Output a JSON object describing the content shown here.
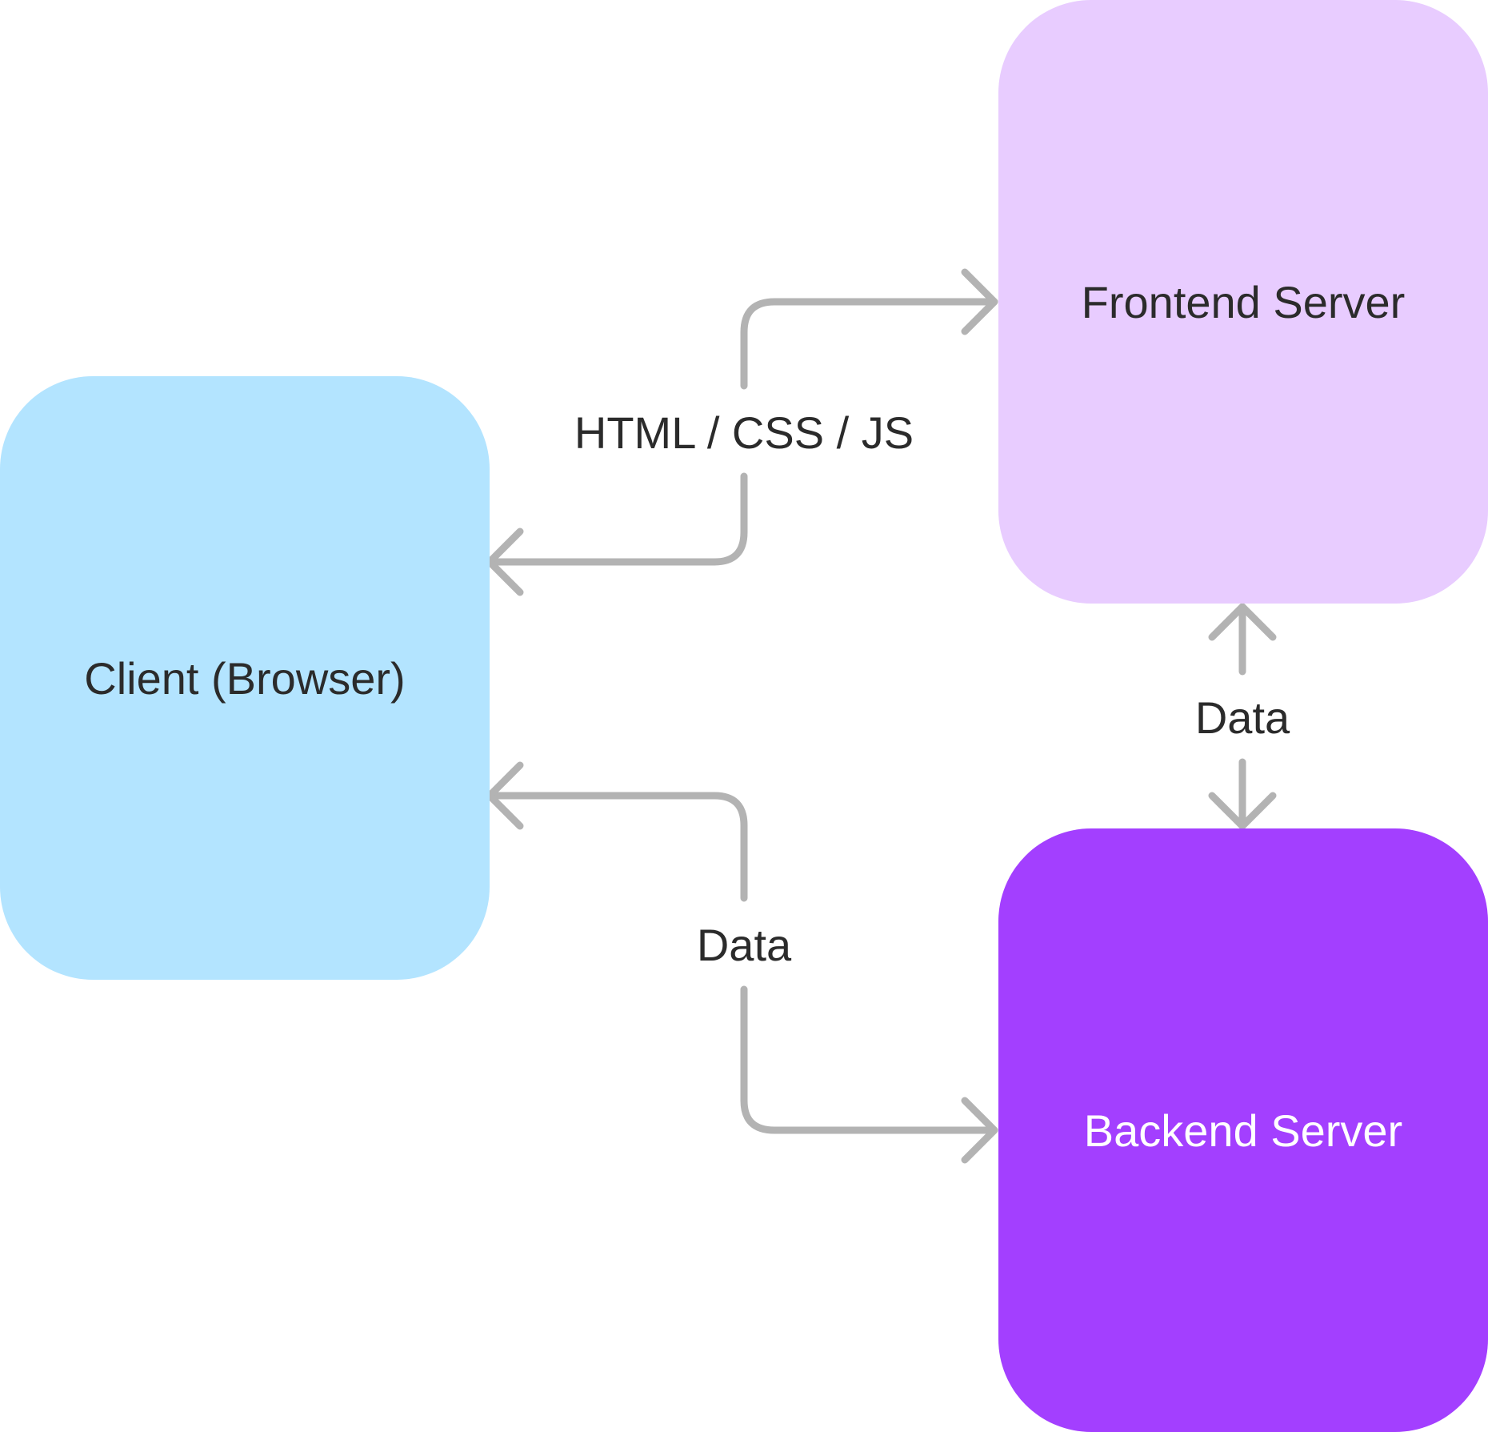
{
  "nodes": {
    "client": {
      "label": "Client (Browser)",
      "fill": "#b3e4ff",
      "text_color": "#2b2b2b"
    },
    "frontend": {
      "label": "Frontend Server",
      "fill": "#e8ccff",
      "text_color": "#2b2b2b"
    },
    "backend": {
      "label": "Backend Server",
      "fill": "#a33fff",
      "text_color": "#ffffff"
    }
  },
  "edges": {
    "client_frontend": {
      "label": "HTML / CSS / JS"
    },
    "frontend_backend": {
      "label": "Data"
    },
    "client_backend": {
      "label": "Data"
    }
  },
  "colors": {
    "connector": "#b3b3b3",
    "background": "#ffffff"
  }
}
